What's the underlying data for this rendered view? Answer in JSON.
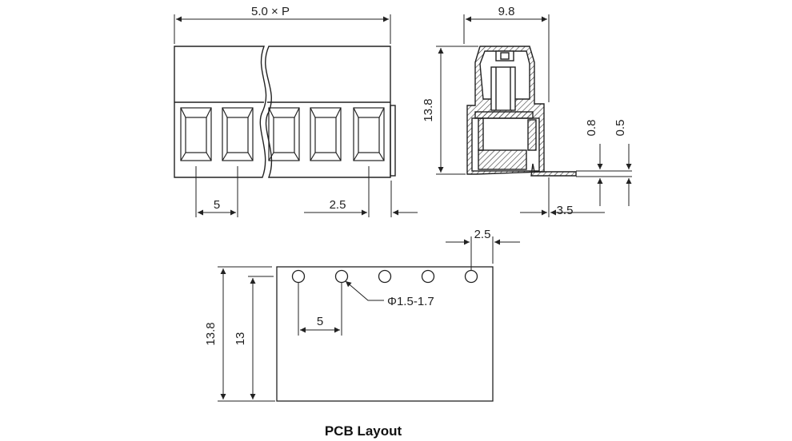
{
  "front_view": {
    "width_label": "5.0 × P",
    "pitch_label": "5",
    "edge_label": "2.5"
  },
  "side_view": {
    "width_label": "9.8",
    "height_label": "13.8",
    "pin_offset_label": "3.5",
    "pin_rise_label": "0.8",
    "pin_thickness_label": "0.5"
  },
  "pcb_layout": {
    "title": "PCB Layout",
    "edge_label": "2.5",
    "pitch_label": "5",
    "hole_label": "Φ1.5-1.7",
    "outer_height_label": "13.8",
    "inner_height_label": "13"
  }
}
